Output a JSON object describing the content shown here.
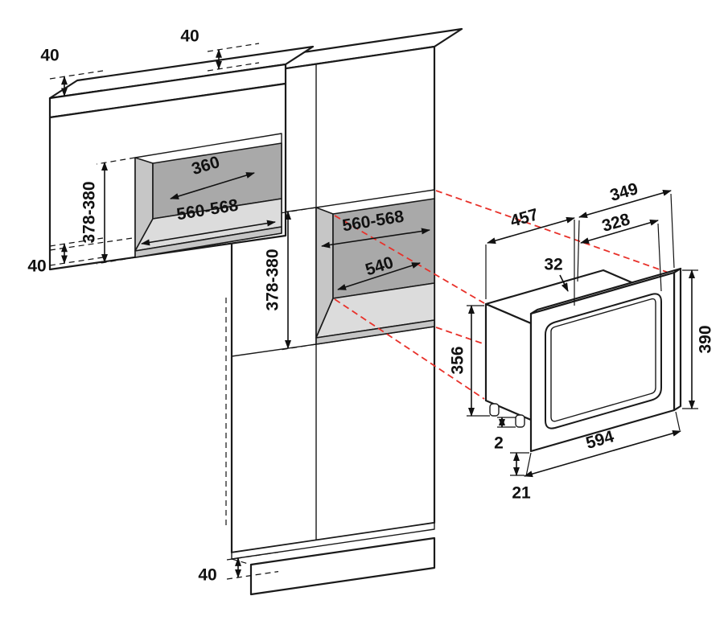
{
  "diagram": {
    "type": "appliance-installation-drawing",
    "subject": "built-in microwave niche and appliance dimensions",
    "colors": {
      "line": "#1a1a1a",
      "projection_red": "#e8312a",
      "panel_dark": "#a9a9a9",
      "panel_light": "#dcdcdc"
    },
    "labels": {
      "wall_top_clearance": "40",
      "wall_niche_depth": "360",
      "wall_niche_width": "560-568",
      "wall_niche_height": "378-380",
      "wall_bottom_clearance": "40",
      "tall_top_clearance": "40",
      "tall_niche_width": "560-568",
      "tall_niche_depth": "540",
      "tall_niche_height": "378-380",
      "tall_plinth_clearance": "40",
      "mw_depth": "457",
      "mw_upper_width": "349",
      "mw_window_width": "328",
      "mw_top_gap": "32",
      "mw_front_height": "390",
      "mw_body_height": "356",
      "mw_front_width": "594",
      "mw_foot_gap": "2",
      "mw_bottom_lip": "21"
    }
  }
}
